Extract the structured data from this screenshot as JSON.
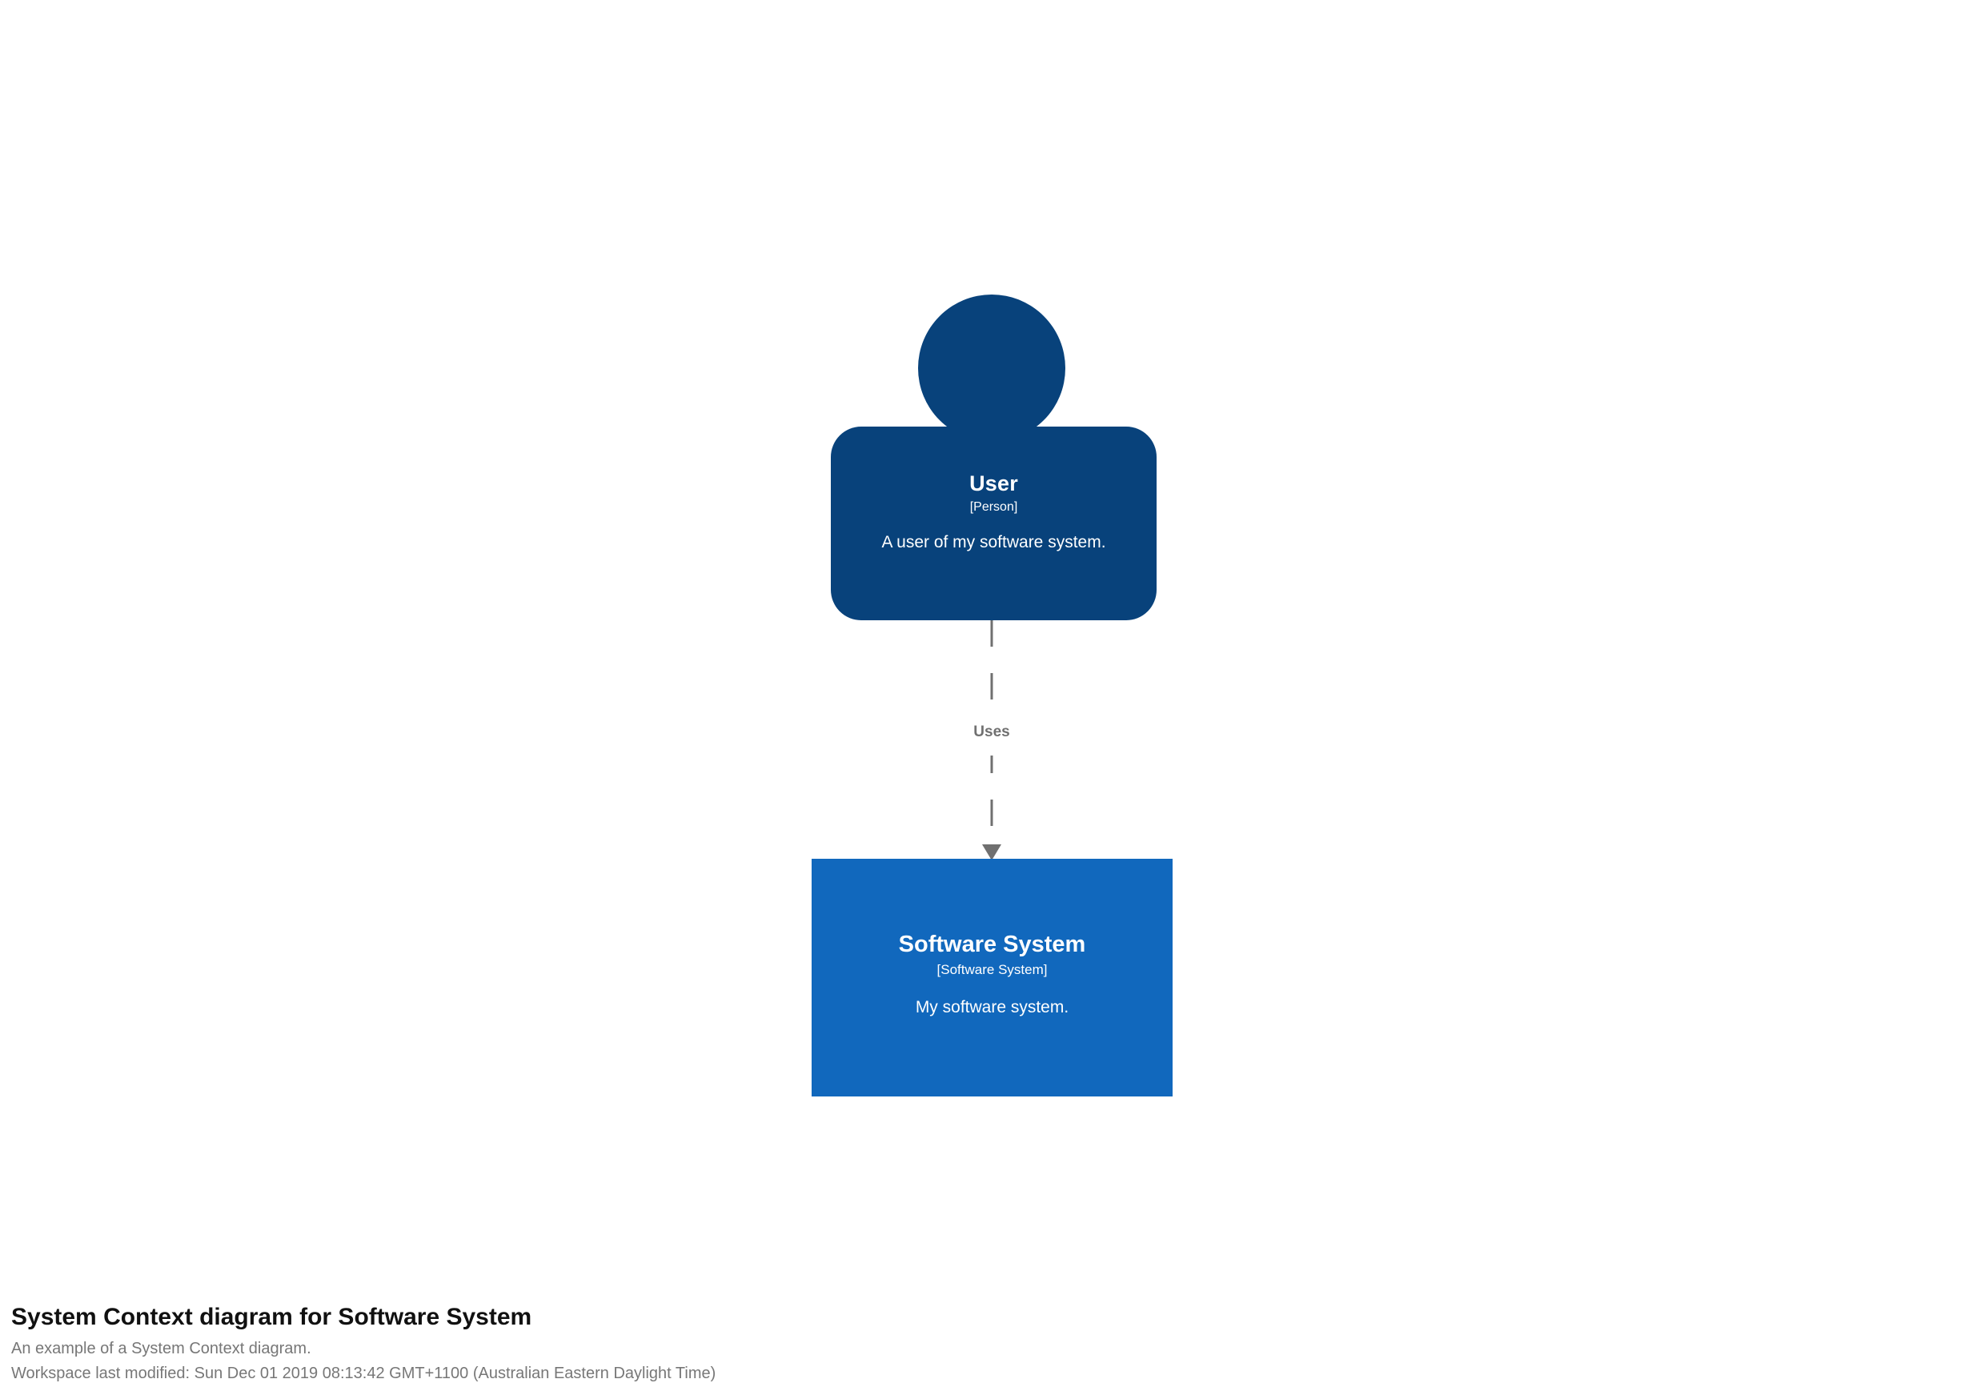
{
  "diagram": {
    "kind": "c4-system-context",
    "background_color": "#ffffff",
    "elements": {
      "person": {
        "name": "User",
        "type": "[Person]",
        "description": "A user of my software system.",
        "color": "#08427b",
        "text_color": "#ffffff",
        "shape": "person"
      },
      "software_system": {
        "name": "Software System",
        "type": "[Software System]",
        "description": "My software system.",
        "color": "#1168bd",
        "text_color": "#ffffff",
        "shape": "box"
      }
    },
    "relationships": [
      {
        "from": "User",
        "to": "Software System",
        "label": "Uses",
        "style": "dashed",
        "color": "#707070",
        "arrow": "down"
      }
    ]
  },
  "caption": {
    "title": "System Context diagram for Software System",
    "subtitle": "An example of a System Context diagram.",
    "meta": "Workspace last modified: Sun Dec 01 2019 08:13:42 GMT+1100 (Australian Eastern Daylight Time)"
  }
}
